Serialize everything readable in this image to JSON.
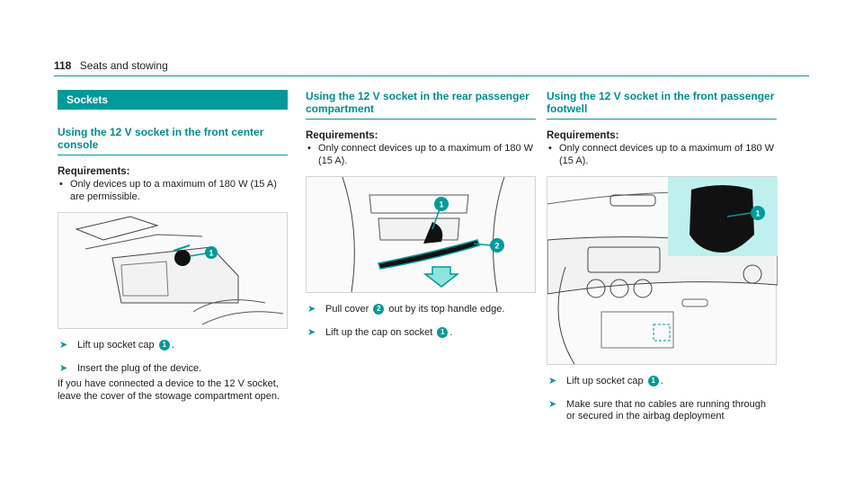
{
  "header": {
    "page_number": "118",
    "section": "Seats and stowing"
  },
  "col1": {
    "section_bar": "Sockets",
    "heading": "Using the 12 V socket in the front center console",
    "requirements_title": "Requirements:",
    "requirements": [
      "Only devices up to a maximum of 180 W (15 A) are permissible."
    ],
    "figure_callout": "1",
    "step1_pre": "Lift up socket cap",
    "step1_badge": "1",
    "step1_post": ".",
    "step2": "Insert the plug of the device.",
    "paragraph": "If you have connected a device to the 12 V socket, leave the cover of the stowage compartment open."
  },
  "col2": {
    "heading": "Using the 12 V socket in the rear passenger compartment",
    "requirements_title": "Requirements:",
    "requirements": [
      "Only connect devices up to a maximum of 180 W (15 A)."
    ],
    "figure_callouts": [
      "1",
      "2"
    ],
    "step1_pre": "Pull cover",
    "step1_badge": "2",
    "step1_post": "out by its top handle edge.",
    "step2_pre": "Lift up the cap on socket",
    "step2_badge": "1",
    "step2_post": "."
  },
  "col3": {
    "heading": "Using the 12 V socket in the front passenger footwell",
    "requirements_title": "Requirements:",
    "requirements": [
      "Only connect devices up to a maximum of 180 W (15 A)."
    ],
    "figure_callout": "1",
    "step1_pre": "Lift up socket cap",
    "step1_badge": "1",
    "step1_post": ".",
    "step2": "Make sure that no cables are running through or secured in the airbag deployment"
  },
  "colors": {
    "accent": "#009a9a",
    "inset": "#bff0ee"
  }
}
